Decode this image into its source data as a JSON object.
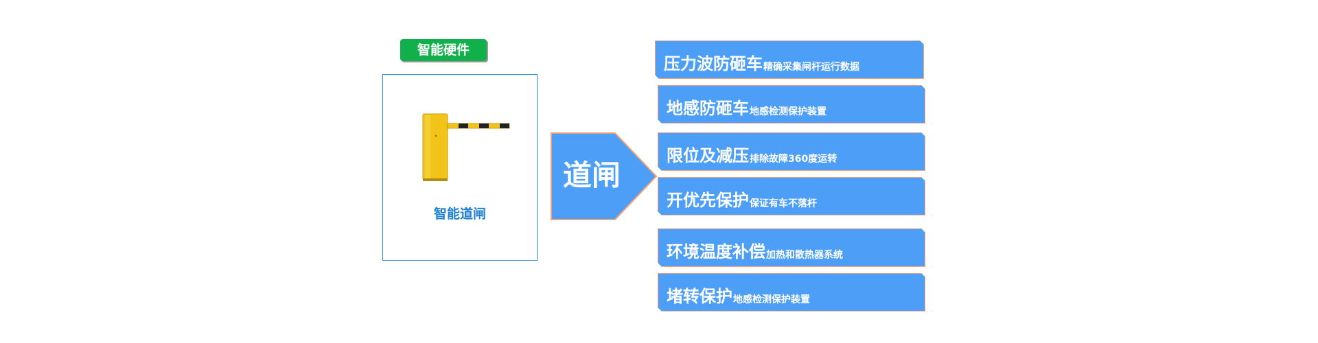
{
  "badge": {
    "label": "智能硬件"
  },
  "product": {
    "caption": "智能道闸"
  },
  "arrow": {
    "label": "道闸"
  },
  "features": [
    {
      "title": "压力波防砸车",
      "subtitle": "精确采集闸杆运行数据"
    },
    {
      "title": "地感防砸车",
      "subtitle": "地感检测保护装置"
    },
    {
      "title": "限位及减压",
      "subtitle": "排除故障360度运转"
    },
    {
      "title": "开优先保护",
      "subtitle": "保证有车不落杆"
    },
    {
      "title": "环境温度补偿",
      "subtitle": "加热和散热器系统"
    },
    {
      "title": "堵转保护",
      "subtitle": "地感检测保护装置"
    }
  ],
  "colors": {
    "badge_green": "#10b04a",
    "feature_blue": "#4d9ef7",
    "feature_border": "#f2a07a",
    "card_border": "#2a86d6",
    "barrier_yellow": "#f2c417"
  }
}
